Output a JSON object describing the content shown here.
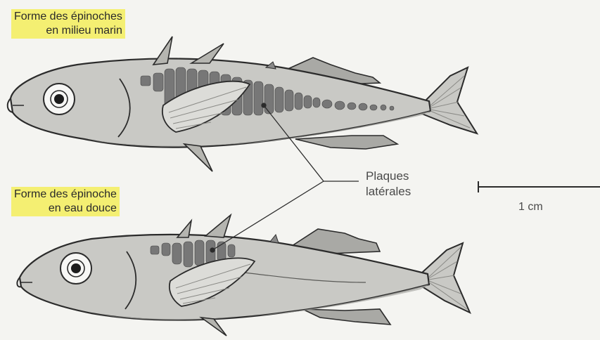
{
  "labels": {
    "marine_line1": "Forme des épinoches",
    "marine_line2": "en milieu marin",
    "fresh_line1": "Forme des épinoche",
    "fresh_line2": "en eau douce",
    "plates_line1": "Plaques",
    "plates_line2": "latérales",
    "scale": "1 cm"
  },
  "colors": {
    "highlight": "#f4ef72",
    "fish_body": "#c9c9c5",
    "fish_outline": "#2b2b2b",
    "plates": "#777777",
    "fins": "#a9a9a5"
  }
}
